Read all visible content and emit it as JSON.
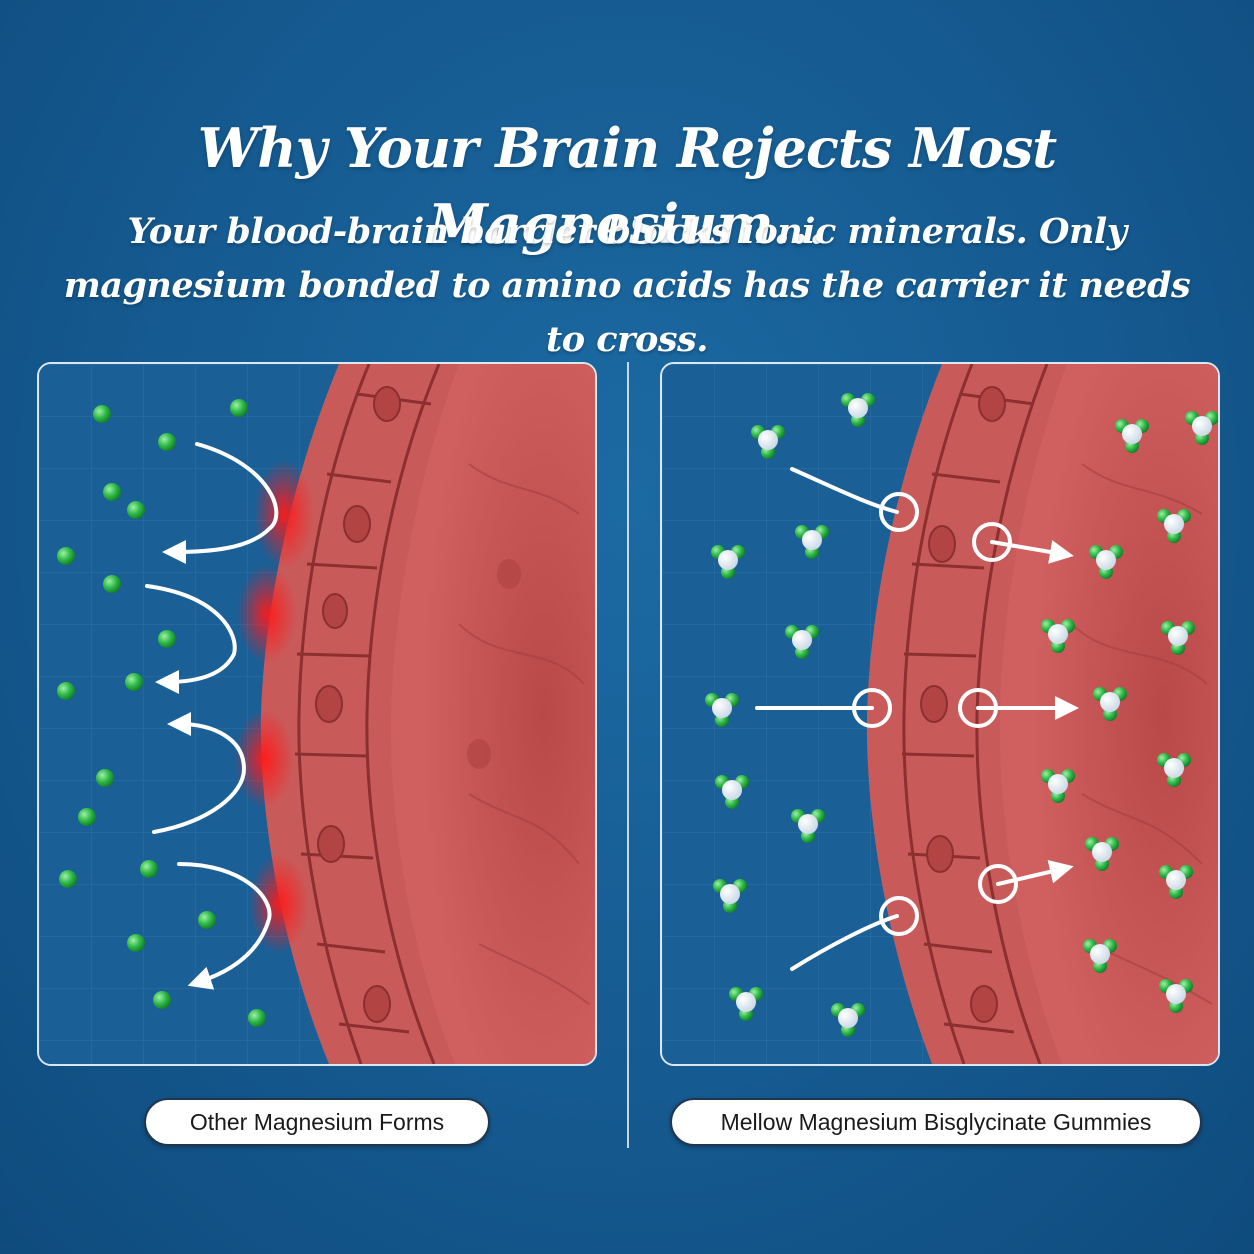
{
  "header": {
    "title": "Why Your Brain Rejects Most Magnesium...",
    "subtitle": "Your blood-brain barrier blocks ionic minerals. Only magnesium bonded to amino acids has the carrier it needs to cross."
  },
  "panels": {
    "left": {
      "label": "Other Magnesium Forms",
      "particle_icon": "green-ion-icon",
      "arrow_icon": "rejected-arrow-icon"
    },
    "right": {
      "label": "Mellow Magnesium Bisglycinate Gummies",
      "particle_icon": "chelated-molecule-icon",
      "arrow_icon": "crossing-arrow-icon"
    }
  },
  "colors": {
    "background": "#155a90",
    "tissue": "#d86a6a",
    "ion_green": "#2fbf4a",
    "rejection_glow": "#ff2020",
    "molecule_white": "#ffffff"
  }
}
